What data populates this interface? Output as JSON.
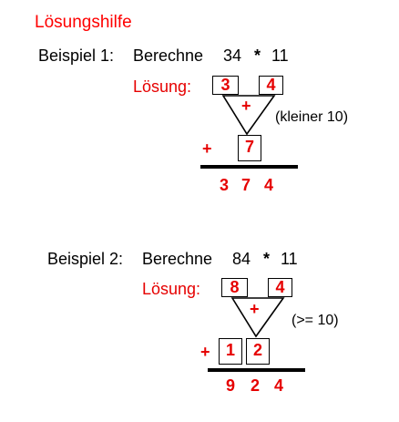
{
  "title": "Lösungshilfe",
  "examples": [
    {
      "label": "Beispiel 1:",
      "instruction": "Berechne",
      "a": "34",
      "op": "*",
      "b": "11",
      "solution_label": "Lösung:",
      "digit_left": "3",
      "digit_right": "4",
      "sum_sign": "+",
      "condition": "(kleiner 10)",
      "add_sign": "+",
      "middle_digits": [
        "7"
      ],
      "result_digits": [
        "3",
        "7",
        "4"
      ]
    },
    {
      "label": "Beispiel 2:",
      "instruction": "Berechne",
      "a": "84",
      "op": "*",
      "b": "11",
      "solution_label": "Lösung:",
      "digit_left": "8",
      "digit_right": "4",
      "sum_sign": "+",
      "condition": "(>= 10)",
      "add_sign": "+",
      "middle_digits": [
        "1",
        "2"
      ],
      "result_digits": [
        "9",
        "2",
        "4"
      ]
    }
  ]
}
